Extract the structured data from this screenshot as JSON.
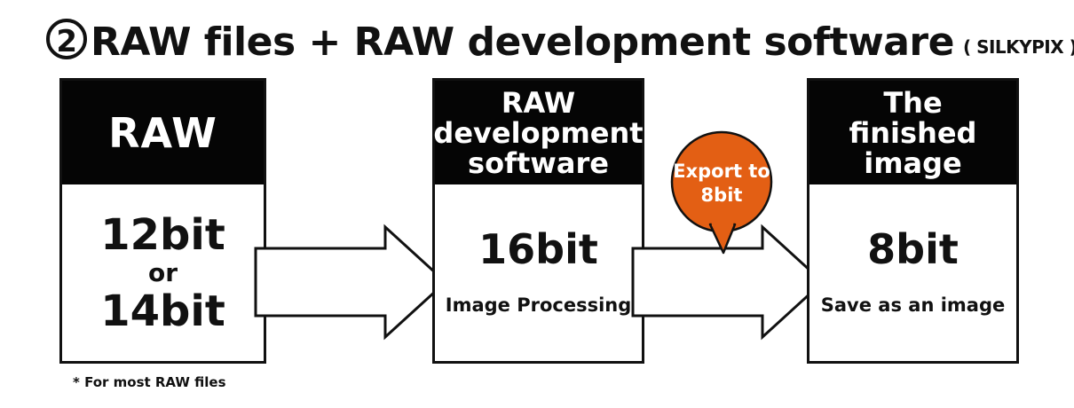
{
  "title": {
    "number": "2",
    "main": "RAW files + RAW development software",
    "sub": "( SILKYPIX )"
  },
  "raw_box": {
    "header": "RAW",
    "line1": "12bit",
    "line2": "or",
    "line3": "14bit"
  },
  "dev_box": {
    "header_line1": "RAW",
    "header_line2": "development",
    "header_line3": "software",
    "bits": "16bit",
    "note": "Image Processing"
  },
  "export_badge": {
    "line1": "Export to",
    "line2": "8bit",
    "color": "#e35f14"
  },
  "final_box": {
    "header_line1": "The",
    "header_line2": "finished",
    "header_line3": "image",
    "bits": "8bit",
    "note": "Save as an image"
  },
  "footnote": "* For most RAW files"
}
